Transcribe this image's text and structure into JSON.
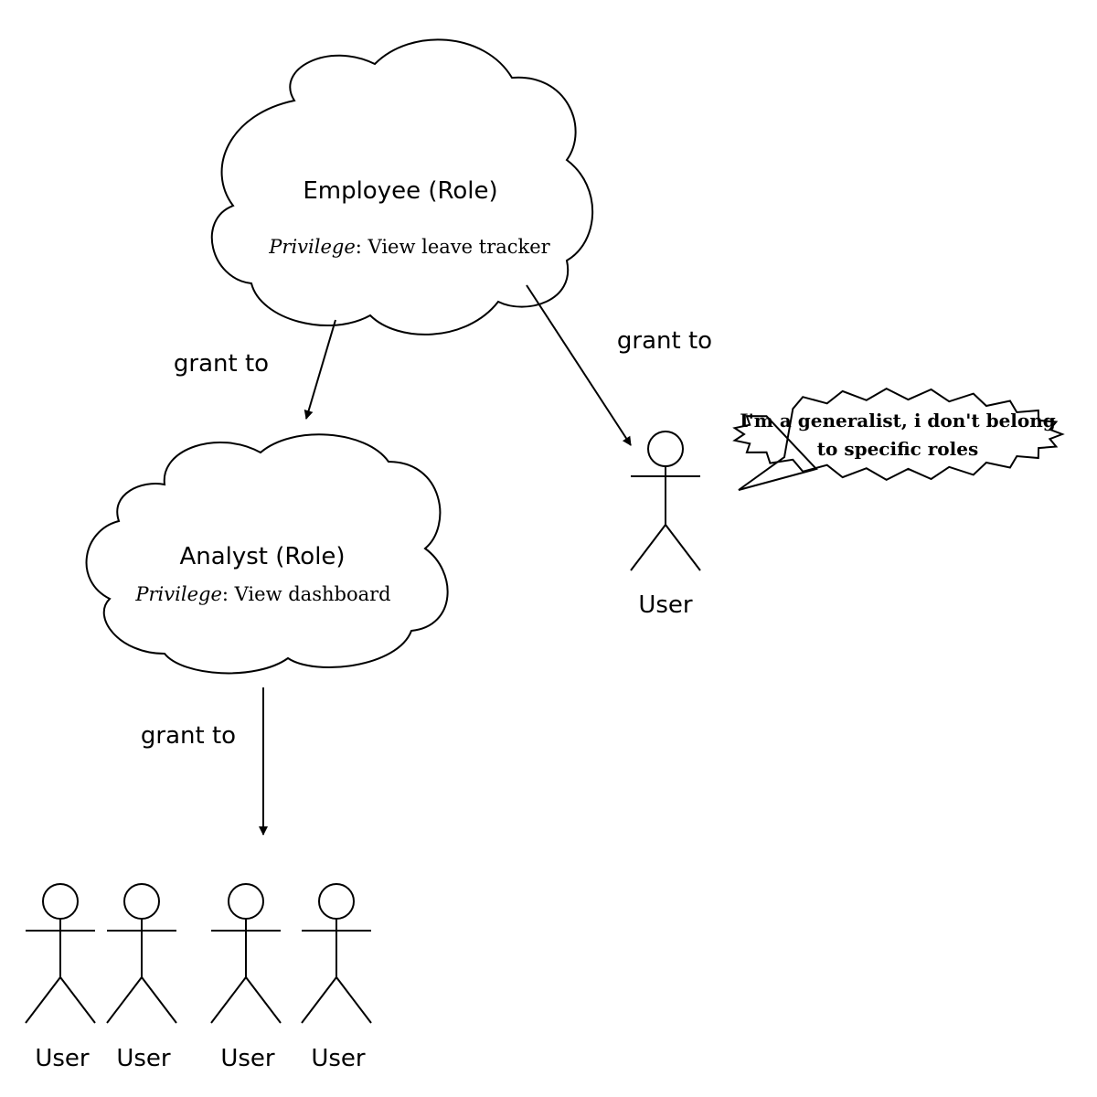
{
  "roles": [
    {
      "id": "employee",
      "title": "Employee (Role)",
      "privilege_label": "Privilege",
      "privilege_sep": ": ",
      "privilege_value": "View leave tracker"
    },
    {
      "id": "analyst",
      "title": "Analyst (Role)",
      "privilege_label": "Privilege",
      "privilege_sep": ": ",
      "privilege_value": "View dashboard"
    }
  ],
  "edges": [
    {
      "from": "Employee (Role)",
      "to": "Analyst (Role)",
      "label": "grant to"
    },
    {
      "from": "Employee (Role)",
      "to": "User",
      "label": "grant to"
    },
    {
      "from": "Analyst (Role)",
      "to": "User group",
      "label": "grant to"
    }
  ],
  "generalist_user": {
    "label": "User",
    "speech": [
      "I'm a generalist, i don't belong",
      "to specific roles"
    ]
  },
  "analyst_users": [
    "User",
    "User",
    "User",
    "User"
  ]
}
